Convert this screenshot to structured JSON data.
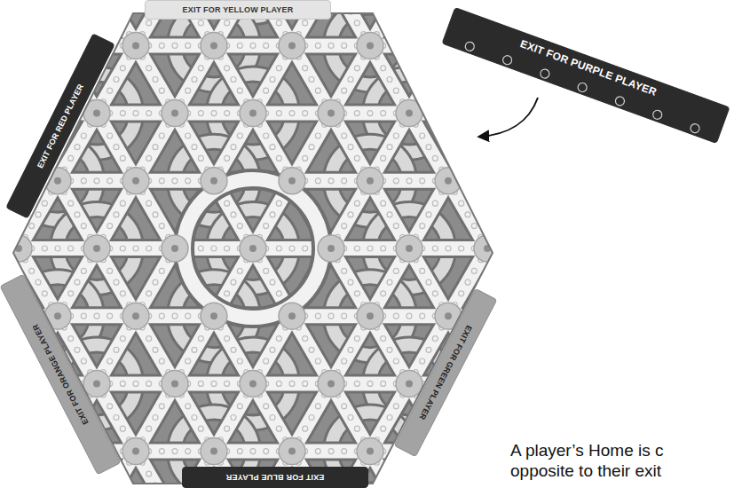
{
  "diagram": {
    "nodes": [
      {
        "text": [
          "EXIT FOR YELLOW PLAYER"
        ]
      },
      {
        "text": [
          "EXIT FOR RED PLAYER"
        ]
      },
      {
        "text": [
          "EXIT FOR PURPLE PLAYER"
        ]
      },
      {
        "text": [
          "EXIT FOR ORANGE PLAYER"
        ]
      },
      {
        "text": [
          "EXIT FOR GREEN PLAYER"
        ]
      },
      {
        "text": [
          "EXIT FOR BLUE PLAYER"
        ]
      }
    ],
    "labels": [
      "A player’s Home is c opposite to their exit"
    ]
  }
}
